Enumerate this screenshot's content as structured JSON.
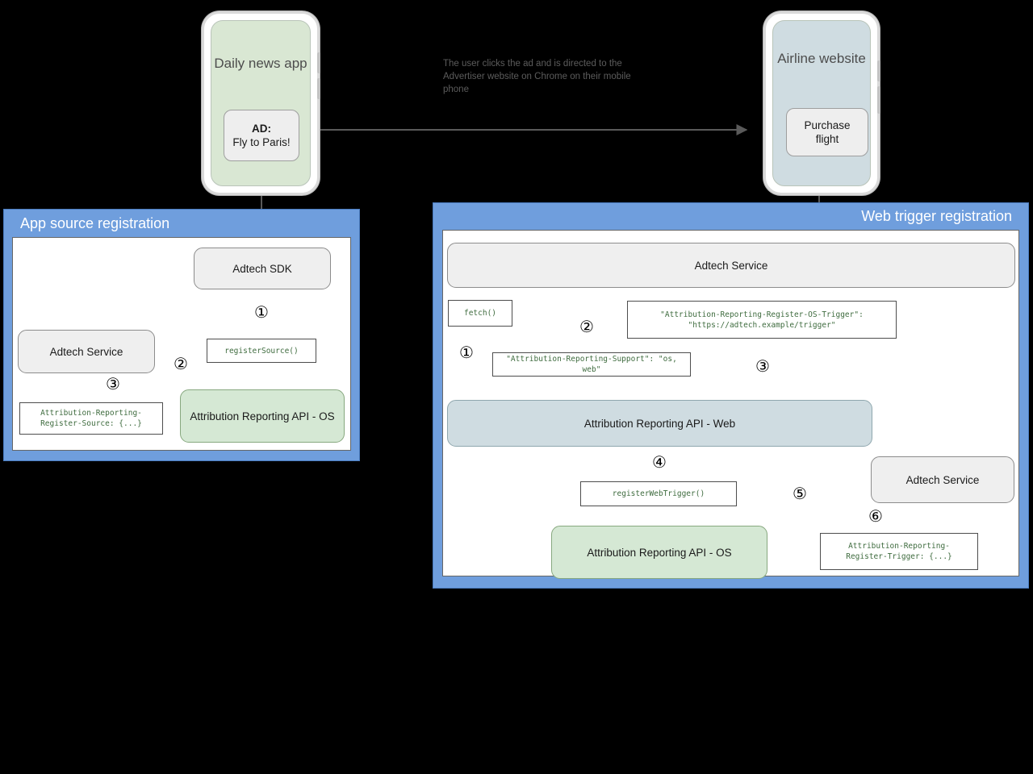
{
  "diagram": {
    "title_left_panel": "App source registration",
    "title_right_panel": "Web trigger registration",
    "annotation": "The user clicks the ad and is directed to the Advertiser website on Chrome on their mobile phone",
    "colors": {
      "panel_blue": "#6f9edd",
      "node_grey": "#efefef",
      "node_green": "#d5e8d4",
      "node_blue": "#cfdce1",
      "code_text_green": "#3f6c3f",
      "arrow_grey": "#5a5a5a"
    }
  },
  "phones": {
    "left": {
      "title": "Daily news app",
      "card_line1": "AD:",
      "card_line2": "Fly to Paris!",
      "screen_color": "#d9e7d3"
    },
    "right": {
      "title": "Airline website",
      "card_line1": "Purchase",
      "card_line2": "flight",
      "screen_color": "#cfdce1"
    }
  },
  "left_panel": {
    "nodes": {
      "adtech_sdk": "Adtech SDK",
      "adtech_service": "Adtech Service",
      "ar_api_os": "Attribution Reporting API - OS"
    },
    "codeboxes": {
      "register_source": "registerSource()",
      "register_source_header": "Attribution-Reporting-Register-Source: {...}"
    },
    "steps": [
      "①",
      "②",
      "③"
    ]
  },
  "right_panel": {
    "nodes": {
      "adtech_service_top": "Adtech Service",
      "ar_api_web": "Attribution Reporting API - Web",
      "ar_api_os": "Attribution Reporting API - OS",
      "adtech_service_bottom": "Adtech Service"
    },
    "codeboxes": {
      "fetch": "fetch()",
      "support_header": "\"Attribution-Reporting-Support\": \"os, web\"",
      "os_trigger_header_line1": "\"Attribution-Reporting-Register-OS-Trigger\":",
      "os_trigger_header_line2": "\"https://adtech.example/trigger\"",
      "register_web_trigger": "registerWebTrigger()",
      "register_trigger_header_line1": "Attribution-Reporting-",
      "register_trigger_header_line2": "Register-Trigger: {...}"
    },
    "steps": [
      "①",
      "②",
      "③",
      "④",
      "⑤",
      "⑥"
    ]
  }
}
